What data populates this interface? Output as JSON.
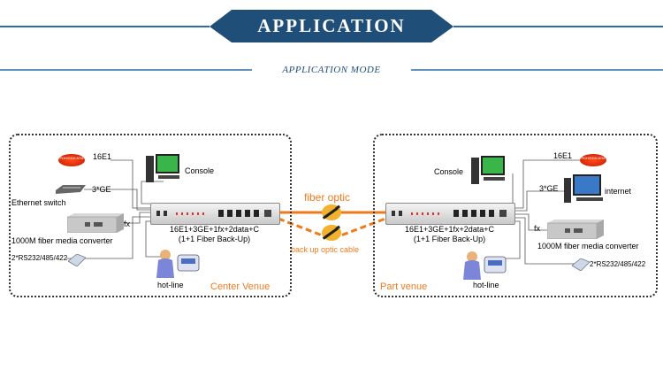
{
  "header": {
    "banner_title": "APPLICATION",
    "subtitle": "APPLICATION MODE"
  },
  "link": {
    "fiber_label": "fiber optic",
    "backup_label": "back up optic cable"
  },
  "center_venue": {
    "name": "Center  Venue",
    "device_line1": "16E1+3GE+1fx+2data+C",
    "device_line2": "(1+1 Fiber Back-Up)",
    "e1_label": "16E1",
    "tdm_badge": "PDH/SDH ATM",
    "ge_label": "3*GE",
    "fx_label": "fx",
    "console_label": "Console",
    "ethernet_switch_label": "Ethernet switch",
    "media_converter_label": "1000M fiber  media converter",
    "serial_label": "2*RS232/485/422",
    "hotline_label": "hot-line"
  },
  "part_venue": {
    "name": "Part venue",
    "device_line1": "16E1+3GE+1fx+2data+C",
    "device_line2": "(1+1 Fiber Back-Up)",
    "e1_label": "16E1",
    "tdm_badge": "PDH/SDH ATM",
    "ge_label": "3*GE",
    "fx_label": "fx",
    "console_label": "Console",
    "internet_label": "internet",
    "media_converter_label": "1000M fiber  media converter",
    "serial_label": "2*RS232/485/422",
    "hotline_label": "hot-line"
  },
  "colors": {
    "banner": "#1f4e79",
    "accent_orange": "#f07a1a",
    "divider": "#2e6da4"
  }
}
